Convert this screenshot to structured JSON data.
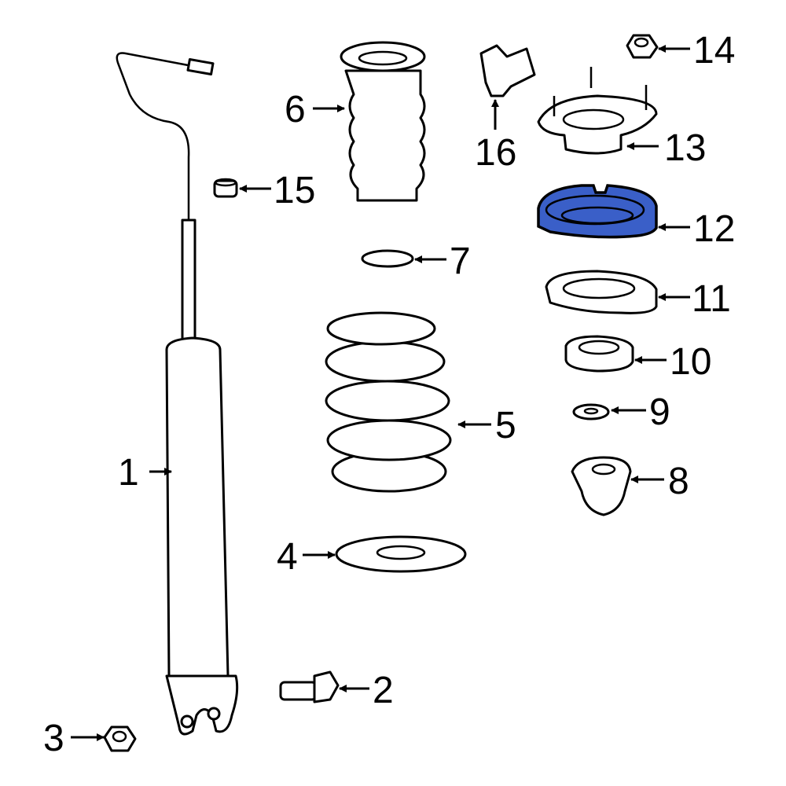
{
  "diagram": {
    "highlight_color": "#3a5fc8",
    "highlighted_part": "12",
    "callouts": [
      {
        "id": "1",
        "label": "1"
      },
      {
        "id": "2",
        "label": "2"
      },
      {
        "id": "3",
        "label": "3"
      },
      {
        "id": "4",
        "label": "4"
      },
      {
        "id": "5",
        "label": "5"
      },
      {
        "id": "6",
        "label": "6"
      },
      {
        "id": "7",
        "label": "7"
      },
      {
        "id": "8",
        "label": "8"
      },
      {
        "id": "9",
        "label": "9"
      },
      {
        "id": "10",
        "label": "10"
      },
      {
        "id": "11",
        "label": "11"
      },
      {
        "id": "12",
        "label": "12"
      },
      {
        "id": "13",
        "label": "13"
      },
      {
        "id": "14",
        "label": "14"
      },
      {
        "id": "15",
        "label": "15"
      },
      {
        "id": "16",
        "label": "16"
      }
    ]
  }
}
